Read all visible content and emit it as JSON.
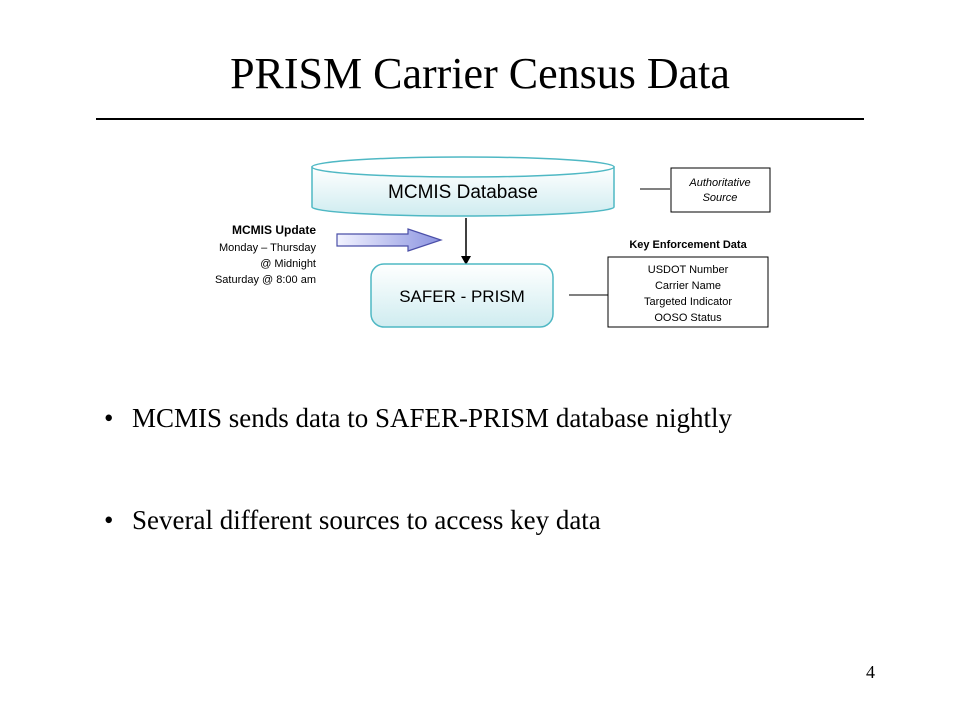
{
  "slide": {
    "title": "PRISM Carrier Census Data",
    "page_number": "4"
  },
  "diagram": {
    "database_label": "MCMIS Database",
    "system_label": "SAFER - PRISM",
    "update_schedule": {
      "title": "MCMIS Update",
      "lines": [
        "Monday – Thursday",
        "@ Midnight",
        "Saturday @ 8:00 am"
      ]
    },
    "authoritative_box": {
      "lines": [
        "Authoritative",
        "Source"
      ]
    },
    "key_data": {
      "heading": "Key Enforcement Data",
      "items": [
        "USDOT Number",
        "Carrier Name",
        "Targeted Indicator",
        "OOSO Status"
      ]
    },
    "colors": {
      "shape_fill_top": "#ffffff",
      "shape_fill_bottom": "#cfecf0",
      "shape_stroke": "#4fb8c4",
      "arrow_fill_left": "#f2f3ff",
      "arrow_fill_right": "#8b93e0",
      "arrow_stroke": "#4b4fa8"
    }
  },
  "bullets": [
    {
      "mark": "•",
      "text": "MCMIS sends data to SAFER-PRISM database nightly"
    },
    {
      "mark": "•",
      "text": "Several different sources to access key data"
    }
  ]
}
